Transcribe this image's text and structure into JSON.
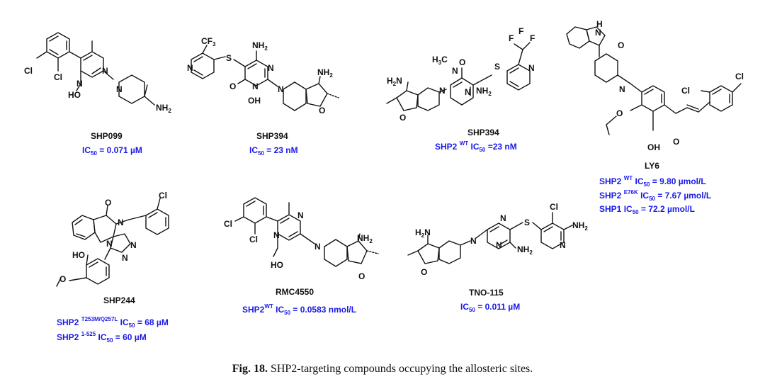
{
  "caption": {
    "label": "Fig. 18.",
    "text": "SHP2-targeting compounds occupying the allosteric sites."
  },
  "colors": {
    "activity_text": "#1a1ae6",
    "structure_text": "#111111"
  },
  "compounds": [
    {
      "name": "SHP099",
      "activities": [
        {
          "target": "",
          "mutation": "",
          "value": "= 0.071 µM"
        }
      ]
    },
    {
      "name": "SHP394",
      "activities": [
        {
          "target": "",
          "mutation": "",
          "value": "= 23 nM"
        }
      ]
    },
    {
      "name": "SHP394",
      "activities": [
        {
          "target": "SHP2",
          "mutation": "WT",
          "value": "=23 nM"
        }
      ]
    },
    {
      "name": "LY6",
      "activities": [
        {
          "target": "SHP2",
          "mutation": "WT",
          "value": "= 9.80 µmol/L"
        },
        {
          "target": "SHP2",
          "mutation": "E76K",
          "value": "= 7.67 µmol/L"
        },
        {
          "target": "SHP1",
          "mutation": "",
          "value": "= 72.2 µmol/L"
        }
      ]
    },
    {
      "name": "SHP244",
      "activities": [
        {
          "target": "SHP2",
          "mutation": "T253M/Q257L",
          "value": "= 68 µM"
        },
        {
          "target": "SHP2",
          "mutation": "1-525",
          "value": "= 60 µM"
        }
      ]
    },
    {
      "name": "RMC4550",
      "activities": [
        {
          "target": "SHP2",
          "mutation": "WT",
          "value": "= 0.0583 nmol/L"
        }
      ]
    },
    {
      "name": "TNO-115",
      "activities": [
        {
          "target": "",
          "mutation": "",
          "value": "= 0.011 µM"
        }
      ]
    }
  ],
  "atom_labels": {
    "cl": "Cl",
    "ho": "HO",
    "oh": "OH",
    "o": "O",
    "n": "N",
    "nh": "N",
    "h": "H",
    "s": "S",
    "f": "F",
    "nh2": "NH",
    "h2n": "H",
    "cf3": "CF",
    "h3c": "H",
    "c": "C",
    "two": "2",
    "three": "3",
    "ic": "IC",
    "sub50": "50"
  }
}
